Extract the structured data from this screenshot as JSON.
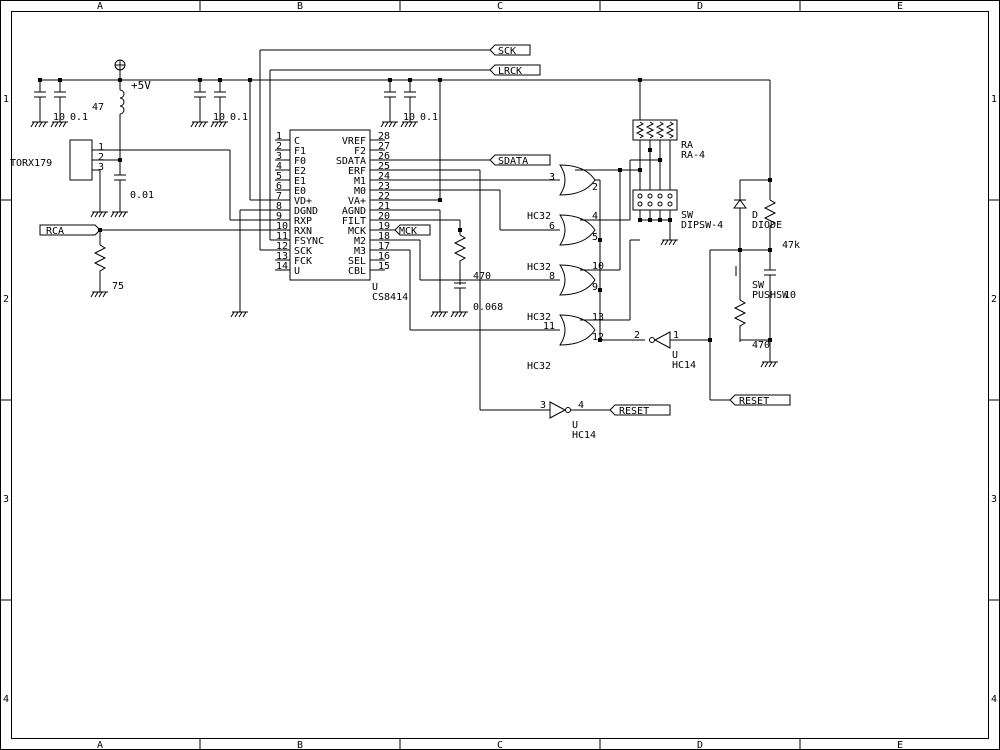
{
  "border": {
    "cols": [
      "A",
      "B",
      "C",
      "D",
      "E"
    ],
    "rows": [
      "1",
      "2",
      "3",
      "4"
    ]
  },
  "ports": {
    "sck": "SCK",
    "lrck": "LRCK",
    "sdata": "SDATA",
    "rca": "RCA",
    "mck": "MCK",
    "reset1": "RESET",
    "reset2": "RESET"
  },
  "power": {
    "vcc": "+5V",
    "inductor": "47"
  },
  "caps": {
    "c1": "10",
    "c1b": "0.1",
    "c2": "10",
    "c2b": "0.1",
    "c3": "10",
    "c3b": "0.1",
    "c4": "0.01",
    "c5": "0.068"
  },
  "resistors": {
    "r75": "75",
    "r470a": "470",
    "r47k": "47k",
    "r470b": "470"
  },
  "torx": {
    "name": "TORX179",
    "pins": [
      "1",
      "2",
      "3"
    ]
  },
  "cs8414": {
    "ref": "U",
    "name": "CS8414",
    "left_pins": [
      {
        "num": "1",
        "name": "C"
      },
      {
        "num": "2",
        "name": "F1"
      },
      {
        "num": "3",
        "name": "F0"
      },
      {
        "num": "4",
        "name": "E2"
      },
      {
        "num": "5",
        "name": "E1"
      },
      {
        "num": "6",
        "name": "E0"
      },
      {
        "num": "7",
        "name": "VD+"
      },
      {
        "num": "8",
        "name": "DGND"
      },
      {
        "num": "9",
        "name": "RXP"
      },
      {
        "num": "10",
        "name": "RXN"
      },
      {
        "num": "11",
        "name": "FSYNC"
      },
      {
        "num": "12",
        "name": "SCK"
      },
      {
        "num": "13",
        "name": "FCK"
      },
      {
        "num": "14",
        "name": "U"
      }
    ],
    "right_pins": [
      {
        "num": "28",
        "name": "VREF"
      },
      {
        "num": "27",
        "name": "F2"
      },
      {
        "num": "26",
        "name": "SDATA"
      },
      {
        "num": "25",
        "name": "ERF"
      },
      {
        "num": "24",
        "name": "M1"
      },
      {
        "num": "23",
        "name": "M0"
      },
      {
        "num": "22",
        "name": "VA+"
      },
      {
        "num": "21",
        "name": "AGND"
      },
      {
        "num": "20",
        "name": "FILT"
      },
      {
        "num": "19",
        "name": "MCK"
      },
      {
        "num": "18",
        "name": "M2"
      },
      {
        "num": "17",
        "name": "M3"
      },
      {
        "num": "16",
        "name": "SEL"
      },
      {
        "num": "15",
        "name": "CBL"
      }
    ]
  },
  "gates": {
    "g1": {
      "label": "HC32",
      "inA": "3",
      "inB": "2",
      "out": ""
    },
    "g2": {
      "label": "HC32",
      "inA": "4",
      "inB": "5",
      "out": "6"
    },
    "g3": {
      "label": "HC32",
      "inA": "10",
      "inB": "9",
      "out": "8"
    },
    "g4": {
      "label": "HC32",
      "inA": "13",
      "inB": "12",
      "out": "11"
    }
  },
  "inverters": {
    "inv1": {
      "ref": "U",
      "label": "HC14",
      "in": "1",
      "out": "2"
    },
    "inv2": {
      "ref": "U",
      "label": "HC14",
      "in": "3",
      "out": "4"
    }
  },
  "ra": {
    "ref": "RA",
    "name": "RA-4"
  },
  "dipsw": {
    "ref": "SW",
    "name": "DIPSW-4"
  },
  "diode": {
    "ref": "D",
    "name": "DIODE"
  },
  "push": {
    "ref": "SW",
    "name": "PUSHSW"
  },
  "c10u": "10"
}
